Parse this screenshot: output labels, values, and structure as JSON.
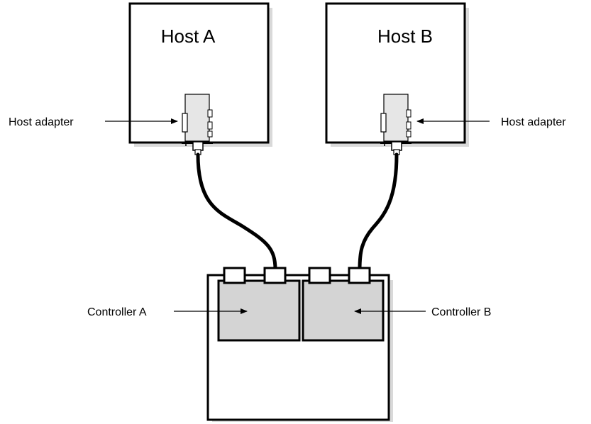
{
  "hosts": [
    {
      "title": "Host A",
      "adapter_label": "Host adapter"
    },
    {
      "title": "Host B",
      "adapter_label": "Host adapter"
    }
  ],
  "controllers": [
    {
      "label": "Controller A"
    },
    {
      "label": "Controller B"
    }
  ],
  "colors": {
    "line": "#000000",
    "shadow": "#d9d9d9",
    "controller_fill": "#d4d4d4",
    "adapter_fill": "#e6e6e6"
  }
}
